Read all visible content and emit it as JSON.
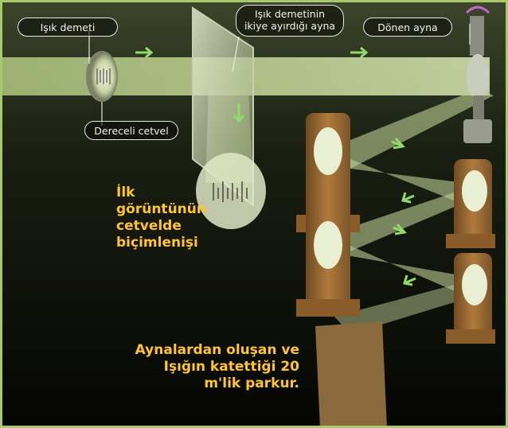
{
  "labels": {
    "isik_demeti": "Işık demeti",
    "ayna_iki": "Işık demetinin ikiye ayırdığı ayna",
    "donen_ayna": "Dönen ayna",
    "dereceli_cetvel": "Dereceli cetvel"
  },
  "captions": {
    "ilk_goruntu": "İlk görüntünün cetvelde biçimlenişi",
    "parkur": "Aynalardan oluşan ve Işığın katettiği 20 m'lik parkur."
  },
  "colors": {
    "background": "#0b0c08",
    "beam": "#cfe2a4",
    "arrow": "#8fdc6a",
    "caption": "#ffc52a",
    "frame": "#a8c86a"
  }
}
